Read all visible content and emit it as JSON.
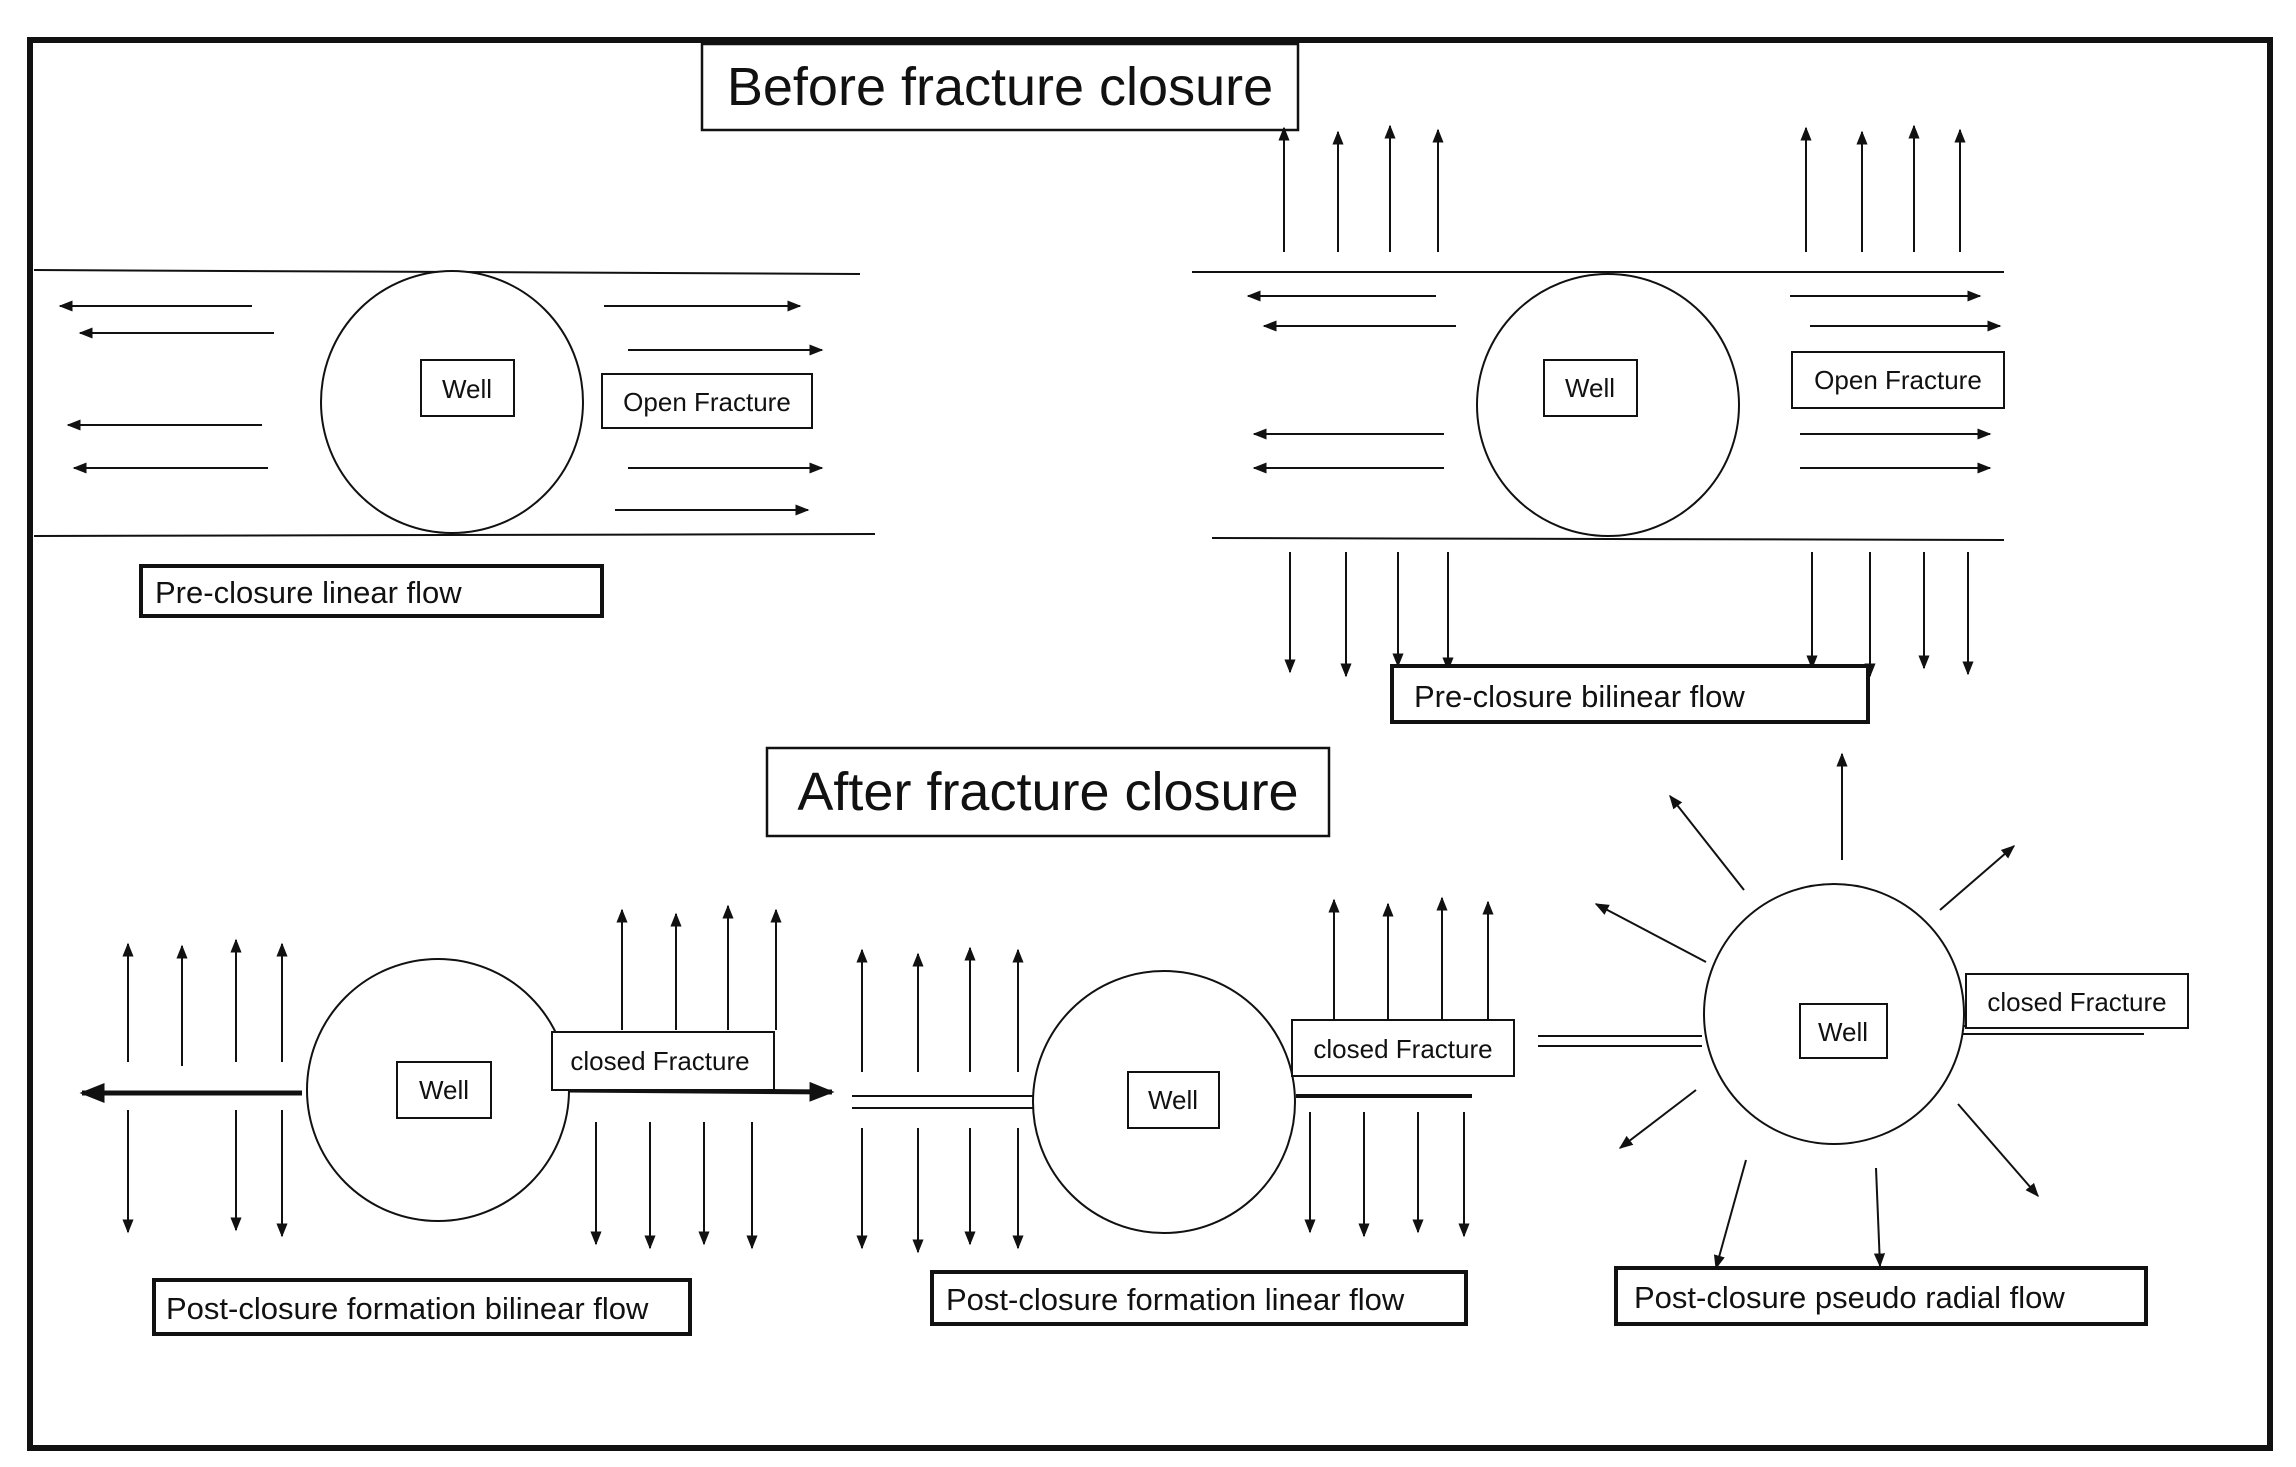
{
  "headings": {
    "before": "Before fracture closure",
    "after": "After fracture closure"
  },
  "labels": {
    "well": "Well",
    "open_fracture": "Open Fracture",
    "closed_fracture": "closed Fracture"
  },
  "captions": {
    "pre_linear": "Pre-closure linear flow",
    "pre_bilinear": "Pre-closure bilinear flow",
    "post_bilinear": "Post-closure formation bilinear flow",
    "post_linear": "Post-closure formation linear flow",
    "post_radial": "Post-closure pseudo radial flow"
  },
  "colors": {
    "line": "#111111",
    "background": "#ffffff"
  }
}
